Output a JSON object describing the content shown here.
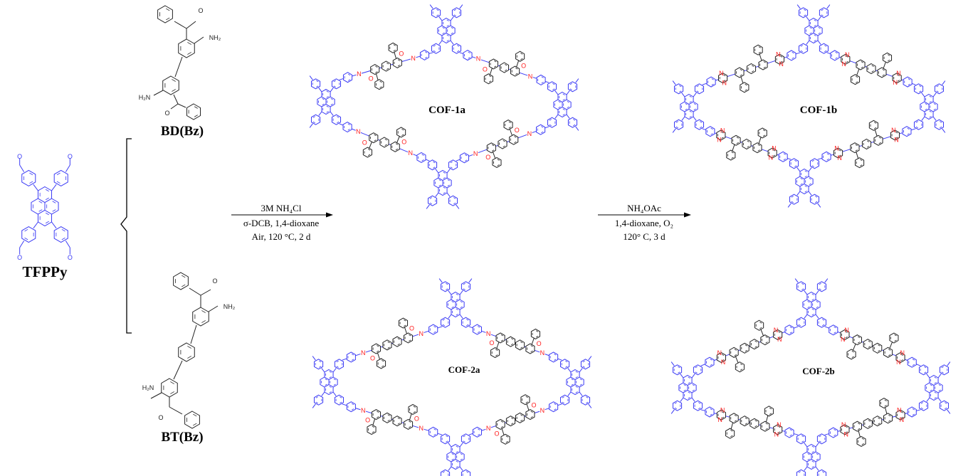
{
  "monomers": {
    "aldehyde": "TFPPy",
    "amine_1": "BD(Bz)",
    "amine_2": "BT(Bz)"
  },
  "step1": {
    "line1": "3M NH₄Cl",
    "line2": "σ-DCB, 1,4-dioxane",
    "line3": "Air, 120 °C, 2 d"
  },
  "step2": {
    "line1": "NH₄OAc",
    "line2": "1,4-dioxane, O₂",
    "line3": "120° C, 3 d"
  },
  "products": {
    "cof_1a": "COF-1a",
    "cof_1b": "COF-1b",
    "cof_2a": "COF-2a",
    "cof_2b": "COF-2b"
  },
  "atom_labels": {
    "nitrogen": "N",
    "oxygen": "O",
    "amine_right": "NH₂",
    "amine_left": "H₂N"
  },
  "colors": {
    "node": "#3b3bf5",
    "linker": "#222222",
    "heteroatom": "#ff2020"
  }
}
